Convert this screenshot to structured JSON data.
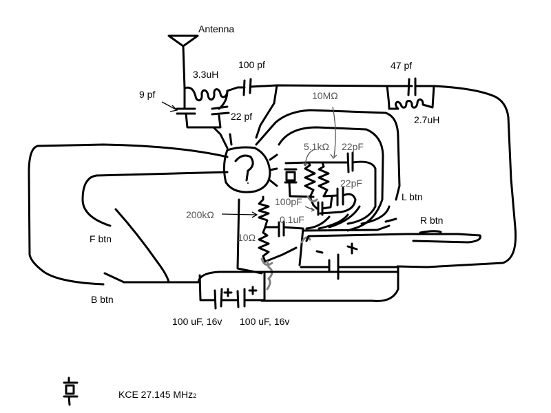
{
  "diagram": {
    "type": "hand-drawn circuit schematic",
    "colors": {
      "wire": "#000000",
      "grey_wire": "#808080",
      "grey_label": "#555555"
    },
    "labels": {
      "antenna": "Antenna",
      "inductor_1": "3.3uH",
      "capacitor_100pf": "100 pf",
      "capacitor_9pf": "9 pf",
      "capacitor_22pf_top": "22 pf",
      "capacitor_47pf": "47 pf",
      "inductor_2": "2.7uH",
      "resistor_10m": "10MΩ",
      "resistor_5k1": "5.1kΩ",
      "capacitor_22pf_a": "22pF",
      "capacitor_22pf_b": "22pF",
      "capacitor_100pF": "100pF",
      "resistor_200k": "200kΩ",
      "capacitor_01uf": "0.1uF",
      "resistor_10": "10Ω",
      "unknown_ic": "?",
      "l_btn": "L btn",
      "r_btn": "R btn",
      "f_btn": "F btn",
      "b_btn": "B btn",
      "electrolytic_1": "100 uF, 16v",
      "electrolytic_2": "100 uF, 16v",
      "battery_minus": "-",
      "battery_plus": "+",
      "cap_plus": "+"
    },
    "legend": {
      "symbol": "crystal",
      "text": "KCE  27.145 MHz",
      "suffix": "2"
    }
  }
}
